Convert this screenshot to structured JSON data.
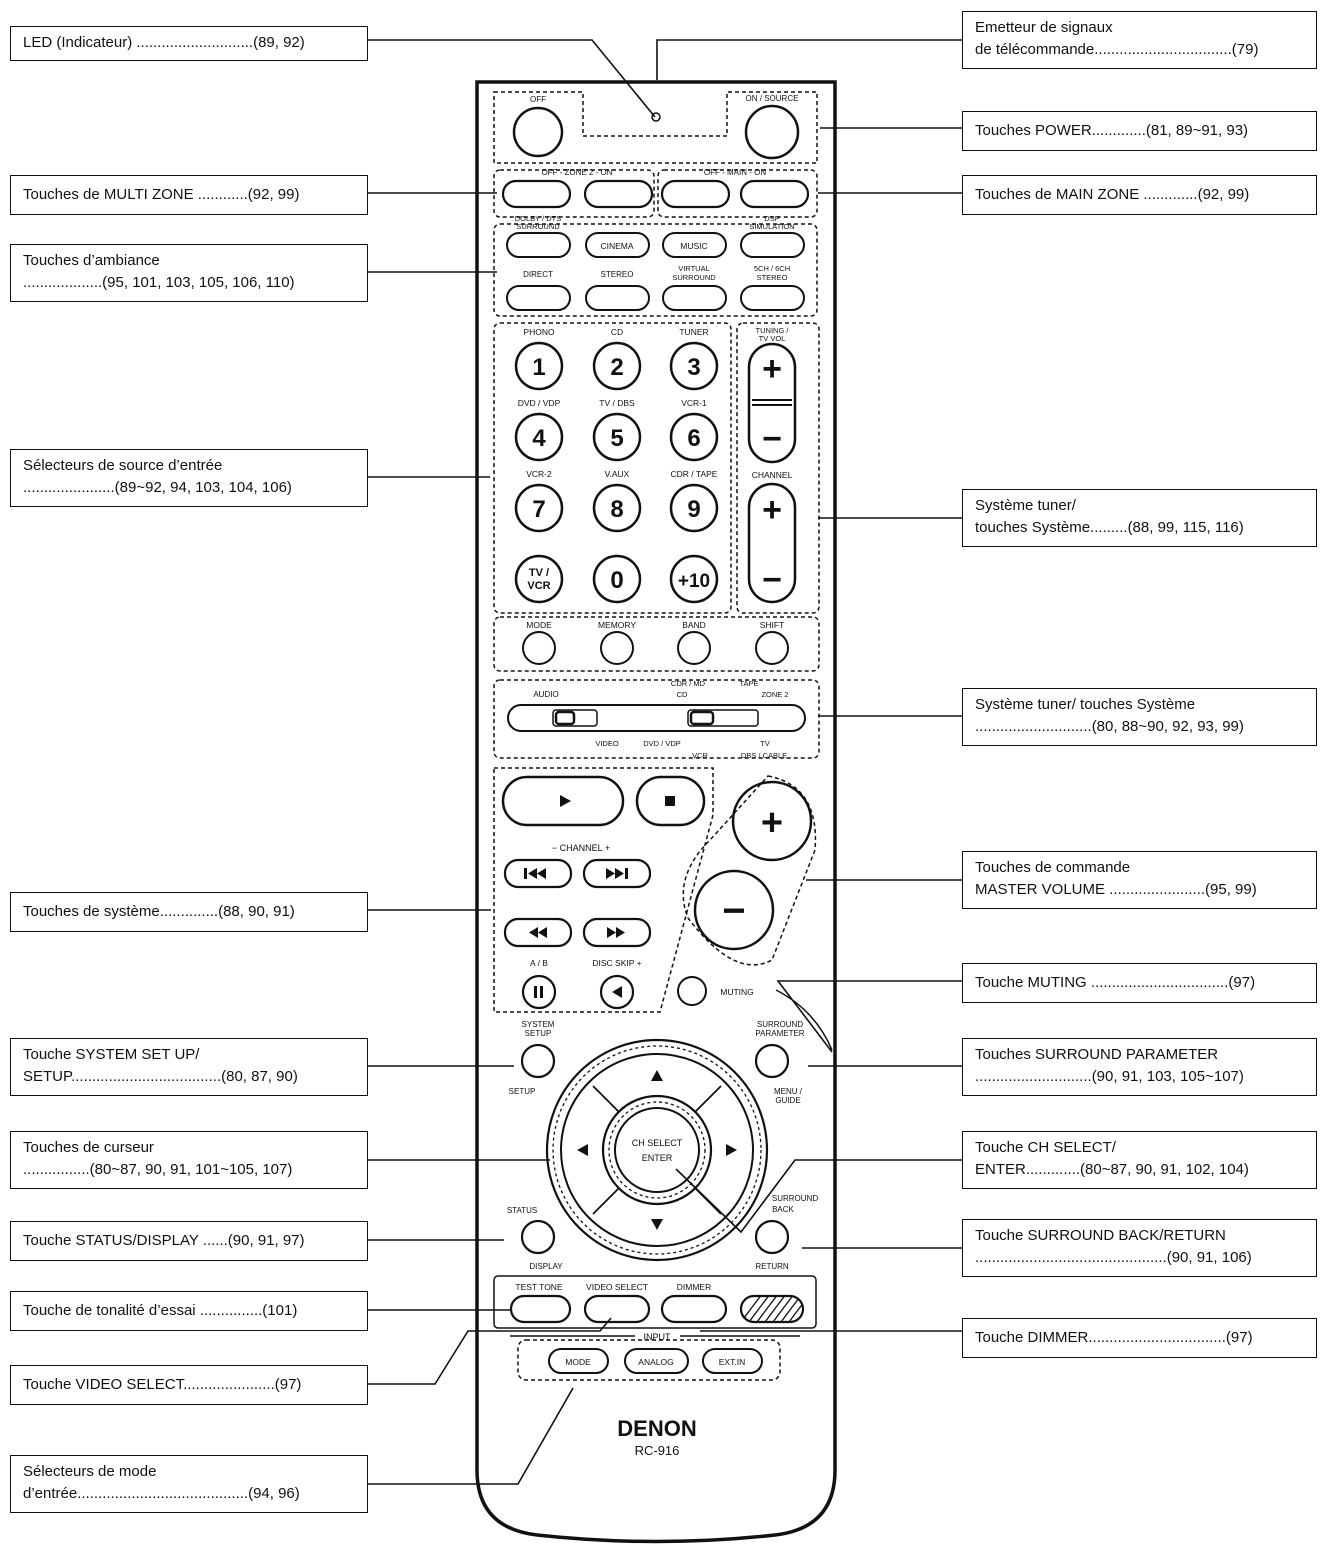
{
  "callouts": {
    "led": [
      "LED (Indicateur) ............................(89, 92)"
    ],
    "emetteur": [
      "Emetteur de signaux",
      "de télécommande.................................(79)"
    ],
    "power": [
      "Touches POWER.............(81, 89~91, 93)"
    ],
    "multi_zone": [
      "Touches de MULTI ZONE ............(92, 99)"
    ],
    "main_zone": [
      "Touches de MAIN ZONE .............(92, 99)"
    ],
    "ambiance": [
      "Touches d’ambiance",
      "...................(95, 101, 103, 105, 106, 110)"
    ],
    "source": [
      "Sélecteurs de source d’entrée",
      "......................(89~92, 94, 103, 104, 106)"
    ],
    "tuner1": [
      "Système tuner/",
      "touches Système.........(88, 99, 115, 116)"
    ],
    "tuner2": [
      "Système tuner/ touches Système",
      "............................(80, 88~90, 92, 93, 99)"
    ],
    "master_volume": [
      "Touches de commande",
      "MASTER VOLUME .......................(95, 99)"
    ],
    "systeme": [
      "Touches de système..............(88, 90, 91)"
    ],
    "muting": [
      "Touche MUTING .................................(97)"
    ],
    "system_setup": [
      "Touche SYSTEM SET UP/",
      "SETUP....................................(80, 87, 90)"
    ],
    "surround_param": [
      "Touches SURROUND PARAMETER",
      "............................(90, 91, 103, 105~107)"
    ],
    "curseur": [
      "Touches de curseur",
      "................(80~87, 90, 91, 101~105, 107)"
    ],
    "ch_select": [
      "Touche CH SELECT/",
      "ENTER.............(80~87, 90, 91, 102, 104)"
    ],
    "status_display": [
      "Touche STATUS/DISPLAY ......(90, 91, 97)"
    ],
    "surround_back": [
      "Touche SURROUND BACK/RETURN",
      "..............................................(90, 91, 106)"
    ],
    "tonalite": [
      "Touche de tonalité d’essai ...............(101)"
    ],
    "dimmer": [
      "Touche DIMMER.................................(97)"
    ],
    "video_select": [
      "Touche VIDEO SELECT......................(97)"
    ],
    "mode": [
      "Sélecteurs de mode",
      "d’entrée.........................................(94, 96)"
    ]
  },
  "remote": {
    "brand": "DENON",
    "model": "RC-916",
    "power": {
      "off": "OFF",
      "on": "ON / SOURCE"
    },
    "zone": {
      "zone2": "OFF - ZONE 2 - ON",
      "main": "OFF - MAIN - ON"
    },
    "surround": {
      "dolby": "DOLBY / DTS",
      "dolby2": "SURROUND",
      "cinema": "CINEMA",
      "music": "MUSIC",
      "dsp": "DSP",
      "dsp2": "SIMULATION",
      "direct": "DIRECT",
      "stereo": "STEREO",
      "virtual": "VIRTUAL",
      "virtual2": "SURROUND",
      "ch": "5CH / 6CH",
      "ch2": "STEREO"
    },
    "keypad": {
      "labels": [
        "PHONO",
        "CD",
        "TUNER",
        "DVD / VDP",
        "TV / DBS",
        "VCR-1",
        "VCR-2",
        "V.AUX",
        "CDR / TAPE"
      ],
      "keys": [
        "1",
        "2",
        "3",
        "4",
        "5",
        "6",
        "7",
        "8",
        "9",
        "0",
        "+10"
      ],
      "tvvcr_top": "TV /",
      "tvvcr_bottom": "VCR"
    },
    "tuning": {
      "label": "TUNING /",
      "label2": "TV VOL",
      "channel": "CHANNEL",
      "plus": "+",
      "minus": "−"
    },
    "func": {
      "mode": "MODE",
      "memory": "MEMORY",
      "band": "BAND",
      "shift": "SHIFT"
    },
    "switch": {
      "audio": "AUDIO",
      "cdr_md": "CDR / MD",
      "tape": "TAPE",
      "cd": "CD",
      "zone2": "ZONE 2",
      "video": "VIDEO",
      "dvd_vdp": "DVD / VDP",
      "tv": "TV",
      "vcr": "VCR",
      "dbs_cable": "DBS / CABLE"
    },
    "transport": {
      "channel": "−    CHANNEL    +",
      "ab": "A / B",
      "disc_skip": "DISC SKIP +"
    },
    "volume": {
      "plus": "+",
      "minus": "−"
    },
    "muting": "MUTING",
    "setup": {
      "system": "SYSTEM",
      "system2": "SETUP",
      "setup": "SETUP",
      "surround": "SURROUND",
      "surround2": "PARAMETER",
      "menu": "MENU /",
      "menu2": "GUIDE"
    },
    "center": {
      "ch_select": "CH SELECT",
      "enter": "ENTER"
    },
    "status": {
      "status": "STATUS",
      "display": "DISPLAY",
      "surround_back": "SURROUND",
      "surround_back2": "BACK",
      "return": "RETURN"
    },
    "bottom": {
      "test_tone": "TEST TONE",
      "video_select": "VIDEO SELECT",
      "dimmer": "DIMMER"
    },
    "input": {
      "title": "INPUT",
      "mode": "MODE",
      "analog": "ANALOG",
      "ext_in": "EXT.IN"
    }
  }
}
